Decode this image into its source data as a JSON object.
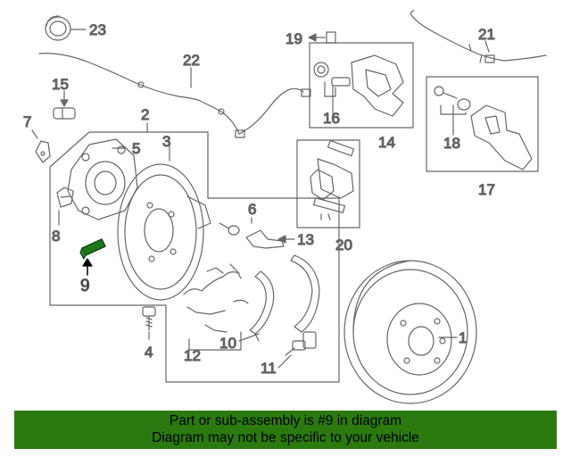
{
  "diagram": {
    "callouts": {
      "c1": "1",
      "c2": "2",
      "c3": "3",
      "c4": "4",
      "c5": "5",
      "c6": "6",
      "c7": "7",
      "c8": "8",
      "c9": "9",
      "c10": "10",
      "c11": "11",
      "c12": "12",
      "c13": "13",
      "c14": "14",
      "c15": "15",
      "c16": "16",
      "c17": "17",
      "c18": "18",
      "c19": "19",
      "c20": "20",
      "c21": "21",
      "c22": "22",
      "c23": "23"
    },
    "highlight_color": "#1a7a1a"
  },
  "banner": {
    "line1": "Part or sub-assembly is #9 in diagram",
    "line2": "Diagram may not be specific to your vehicle",
    "background": "#2a7a10"
  }
}
